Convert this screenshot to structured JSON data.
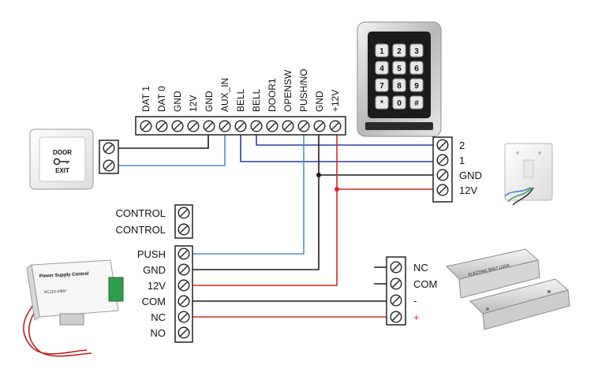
{
  "controller_terminals": [
    "DAT 1",
    "DAT 0",
    "GND",
    "12V",
    "GND",
    "AUX_IN",
    "BELL",
    "BELL",
    "DOOR1",
    "OPENSW",
    "PUSH/NO",
    "GND",
    "+12V"
  ],
  "doorbell_terminals": [
    "2",
    "1",
    "GND",
    "12V"
  ],
  "power_control_labels": [
    "CONTROL",
    "CONTROL"
  ],
  "power_output_labels": [
    "PUSH",
    "GND",
    "12V",
    "COM",
    "NC",
    "NO"
  ],
  "lock_terminals": [
    "NC",
    "COM",
    "-",
    "+"
  ],
  "exit_button": {
    "line1": "DOOR",
    "line2": "EXIT"
  },
  "power_supply": {
    "line1": "Power Supply Control",
    "line2": "AC110-240V"
  },
  "keypad_keys": [
    "1",
    "2",
    "3",
    "4",
    "5",
    "6",
    "7",
    "8",
    "9",
    "*",
    "0",
    "#"
  ],
  "lock_text": "ELECTRIC BOLT LOCK",
  "wire_colors": {
    "black": "#1a1a1a",
    "blue_dark": "#2a3fa8",
    "blue_light": "#4a8fc9",
    "red": "#d62828"
  }
}
